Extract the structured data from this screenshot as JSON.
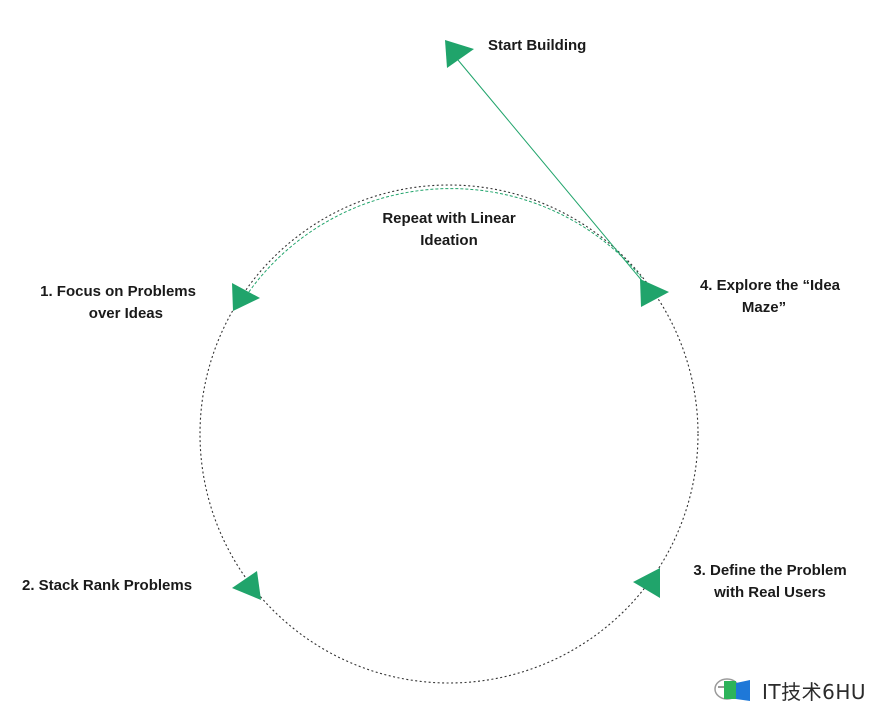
{
  "steps": {
    "start": "Start Building",
    "repeat_line1": "Repeat with Linear",
    "repeat_line2": "Ideation",
    "step1_line1": "1. Focus on Problems",
    "step1_line2": "over Ideas",
    "step2": "2. Stack Rank Problems",
    "step3_line1": "3. Define the Problem",
    "step3_line2": "with Real Users",
    "step4_line1": "4. Explore the “Idea",
    "step4_line2": "Maze”"
  },
  "watermark": {
    "text": "IT技术6HU",
    "icon": "chat-bubble-logo"
  },
  "colors": {
    "accent": "#20a46b",
    "dotted": "#333333",
    "text": "#1a1a1a"
  }
}
